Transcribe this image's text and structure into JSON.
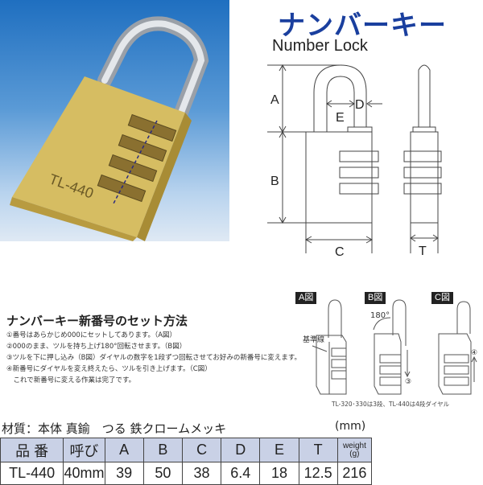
{
  "header": {
    "title_jp": "ナンバーキー",
    "title_en": "Number Lock"
  },
  "photo": {
    "engraving": "TL-440",
    "colors": {
      "background_top": "#1f6fc0",
      "brass": "#d9c06a",
      "shackle": "#c8ccd2"
    }
  },
  "diagram": {
    "labels": [
      "A",
      "B",
      "C",
      "D",
      "E",
      "T"
    ]
  },
  "instructions": {
    "title": "ナンバーキー新番号のセット方法",
    "steps": [
      "①番号はあらかじめ000にセットしてあります。（A図）",
      "②000のまま、ツルを持ち上げ180°回転させます。（B図）",
      "③ツルを下に押し込み（B図）ダイヤルの数字を1段ずつ回転させてお好みの新番号に変えます。",
      "④新番号にダイヤルを変え終えたら、ツルを引き上げます。（C図）",
      "　これで新番号に変える作業は完了です。"
    ]
  },
  "figures": {
    "a_label": "A図",
    "b_label": "B図",
    "c_label": "C図",
    "reference_line": "基準線",
    "rotation": "180°",
    "step3": "③",
    "step4": "④",
    "note": "TL-320･330は3段、TL-440は4段ダイヤル"
  },
  "spec": {
    "material": "材質：本体 真鍮　つる 鉄クロームメッキ",
    "unit": "(mm)",
    "headers": [
      "品 番",
      "呼び",
      "A",
      "B",
      "C",
      "D",
      "E",
      "T",
      "weight (g)"
    ],
    "rows": [
      [
        "TL-440",
        "40mm",
        "39",
        "50",
        "38",
        "6.4",
        "18",
        "12.5",
        "216"
      ]
    ],
    "header_bg": "#c9d1e6"
  }
}
